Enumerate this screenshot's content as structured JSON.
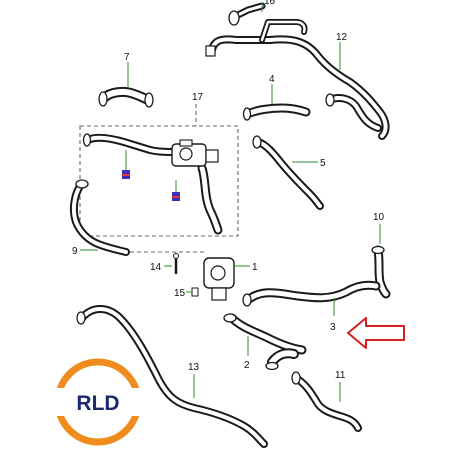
{
  "diagram": {
    "callouts": {
      "c1": "1",
      "c2": "2",
      "c3": "3",
      "c4": "4",
      "c5": "5",
      "c7": "7",
      "c9": "9",
      "c10": "10",
      "c11": "11",
      "c12": "12",
      "c13": "13",
      "c14": "14",
      "c15": "15",
      "c16": "16",
      "c17": "17"
    },
    "logo": {
      "text": "RLD"
    },
    "colors": {
      "leader_line": "#2e8b2e",
      "arrow": "#d42020",
      "marker": "#3a2fb8",
      "marker_accent": "#e0303a",
      "logo_orange": "#f08c1e",
      "logo_text": "#1b2a6b"
    }
  }
}
